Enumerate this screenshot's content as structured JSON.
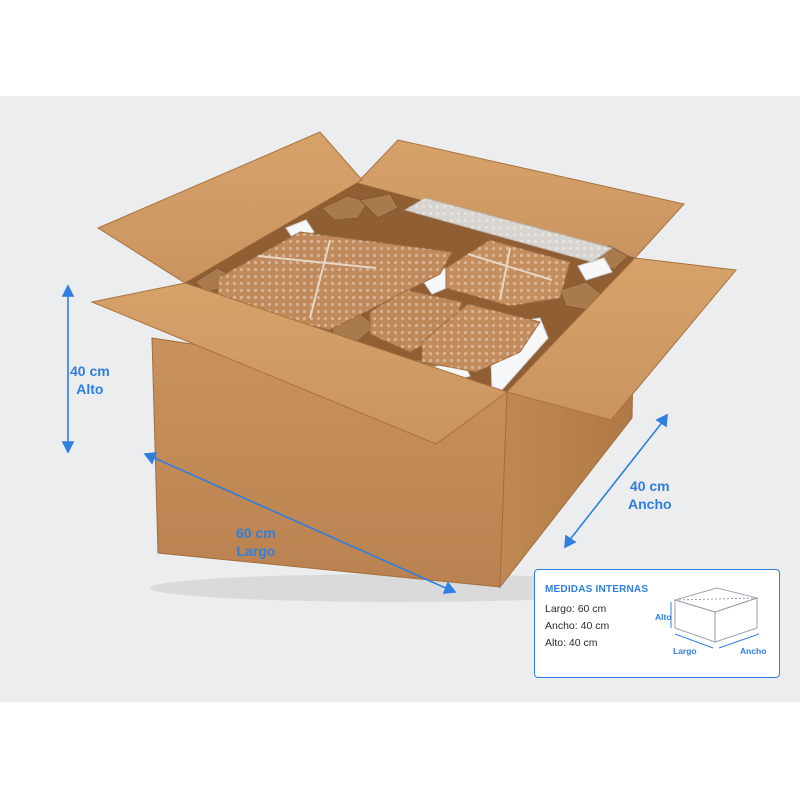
{
  "dimensions": {
    "height": {
      "value": "40 cm",
      "name": "Alto"
    },
    "length": {
      "value": "60 cm",
      "name": "Largo"
    },
    "width": {
      "value": "40 cm",
      "name": "Ancho"
    }
  },
  "info_card": {
    "title": "MEDIDAS INTERNAS",
    "lines": [
      "Largo: 60 cm",
      "Ancho: 40 cm",
      "Alto: 40 cm"
    ],
    "diagram_labels": {
      "height": "Alto",
      "length": "Largo",
      "width": "Ancho"
    }
  },
  "colors": {
    "accent": "#2f7fe0",
    "cardboard": "#c8905a",
    "background": "#ecedef"
  }
}
